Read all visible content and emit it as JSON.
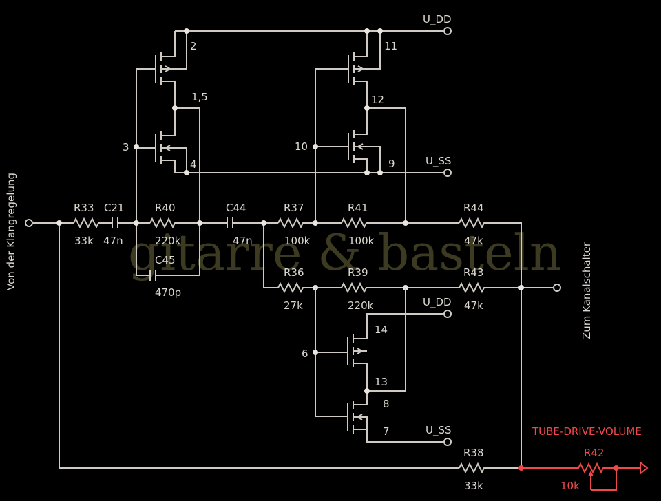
{
  "watermark": "gitarre & basteln",
  "input_label": "Von der Klangregelung",
  "output_label": "Zum Kanalschalter",
  "highlight": {
    "label": "TUBE-DRIVE-VOLUME",
    "color": "#f04848"
  },
  "supplies": {
    "vdd": "U_DD",
    "vss": "U_SS"
  },
  "components": {
    "R33": {
      "name": "R33",
      "value": "33k"
    },
    "C21": {
      "name": "C21",
      "value": "47n"
    },
    "R40": {
      "name": "R40",
      "value": "220k"
    },
    "C45": {
      "name": "C45",
      "value": "470p"
    },
    "C44": {
      "name": "C44",
      "value": "47n"
    },
    "R37": {
      "name": "R37",
      "value": "100k"
    },
    "R41": {
      "name": "R41",
      "value": "100k"
    },
    "R44": {
      "name": "R44",
      "value": "47k"
    },
    "R36": {
      "name": "R36",
      "value": "27k"
    },
    "R39": {
      "name": "R39",
      "value": "220k"
    },
    "R43": {
      "name": "R43",
      "value": "47k"
    },
    "R38": {
      "name": "R38",
      "value": "33k"
    },
    "R42": {
      "name": "R42",
      "value": "10k"
    }
  },
  "pins": {
    "p2": "2",
    "p15": "1,5",
    "p3": "3",
    "p4": "4",
    "p11": "11",
    "p12": "12",
    "p10": "10",
    "p9": "9",
    "p14": "14",
    "p13": "13",
    "p6": "6",
    "p8": "8",
    "p7": "7"
  }
}
